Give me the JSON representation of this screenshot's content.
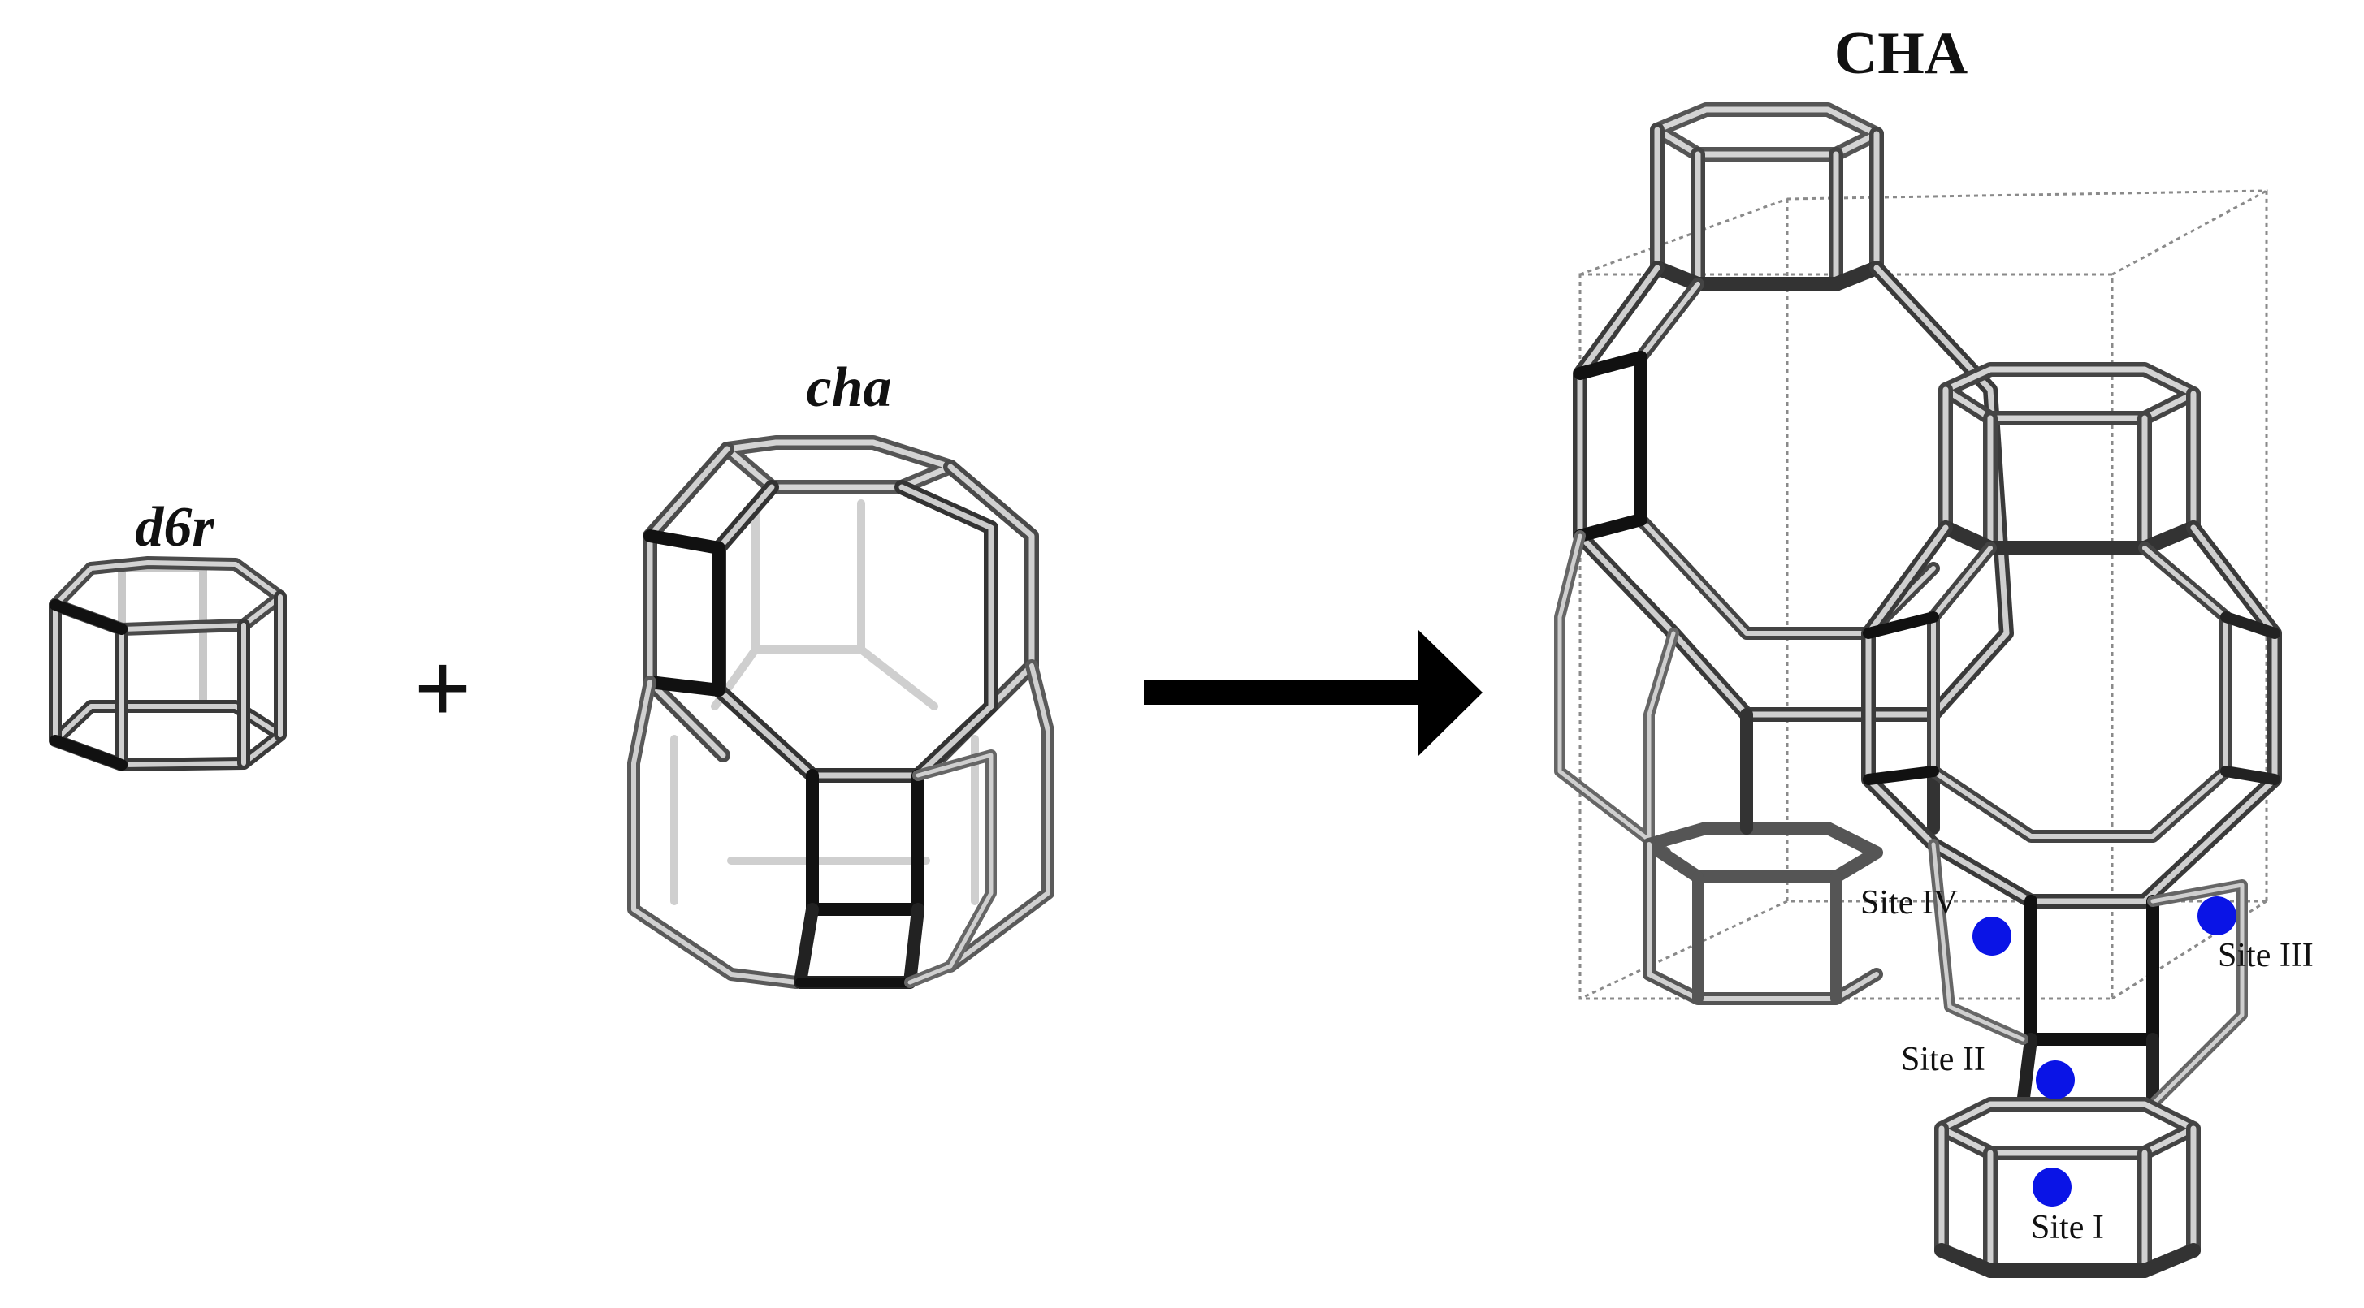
{
  "labels": {
    "d6r": "d6r",
    "cha": "cha",
    "CHA": "CHA",
    "plus": "+"
  },
  "sites": [
    {
      "label": "Site IV"
    },
    {
      "label": "Site III"
    },
    {
      "label": "Site II"
    },
    {
      "label": "Site I"
    }
  ],
  "colors": {
    "marker": "#0a14e6",
    "frame_dark": "#2b2b2b",
    "frame_mid": "#6d6d6d",
    "frame_light": "#b4b4b4",
    "cell_box": "#888888",
    "arrow": "#000000"
  }
}
